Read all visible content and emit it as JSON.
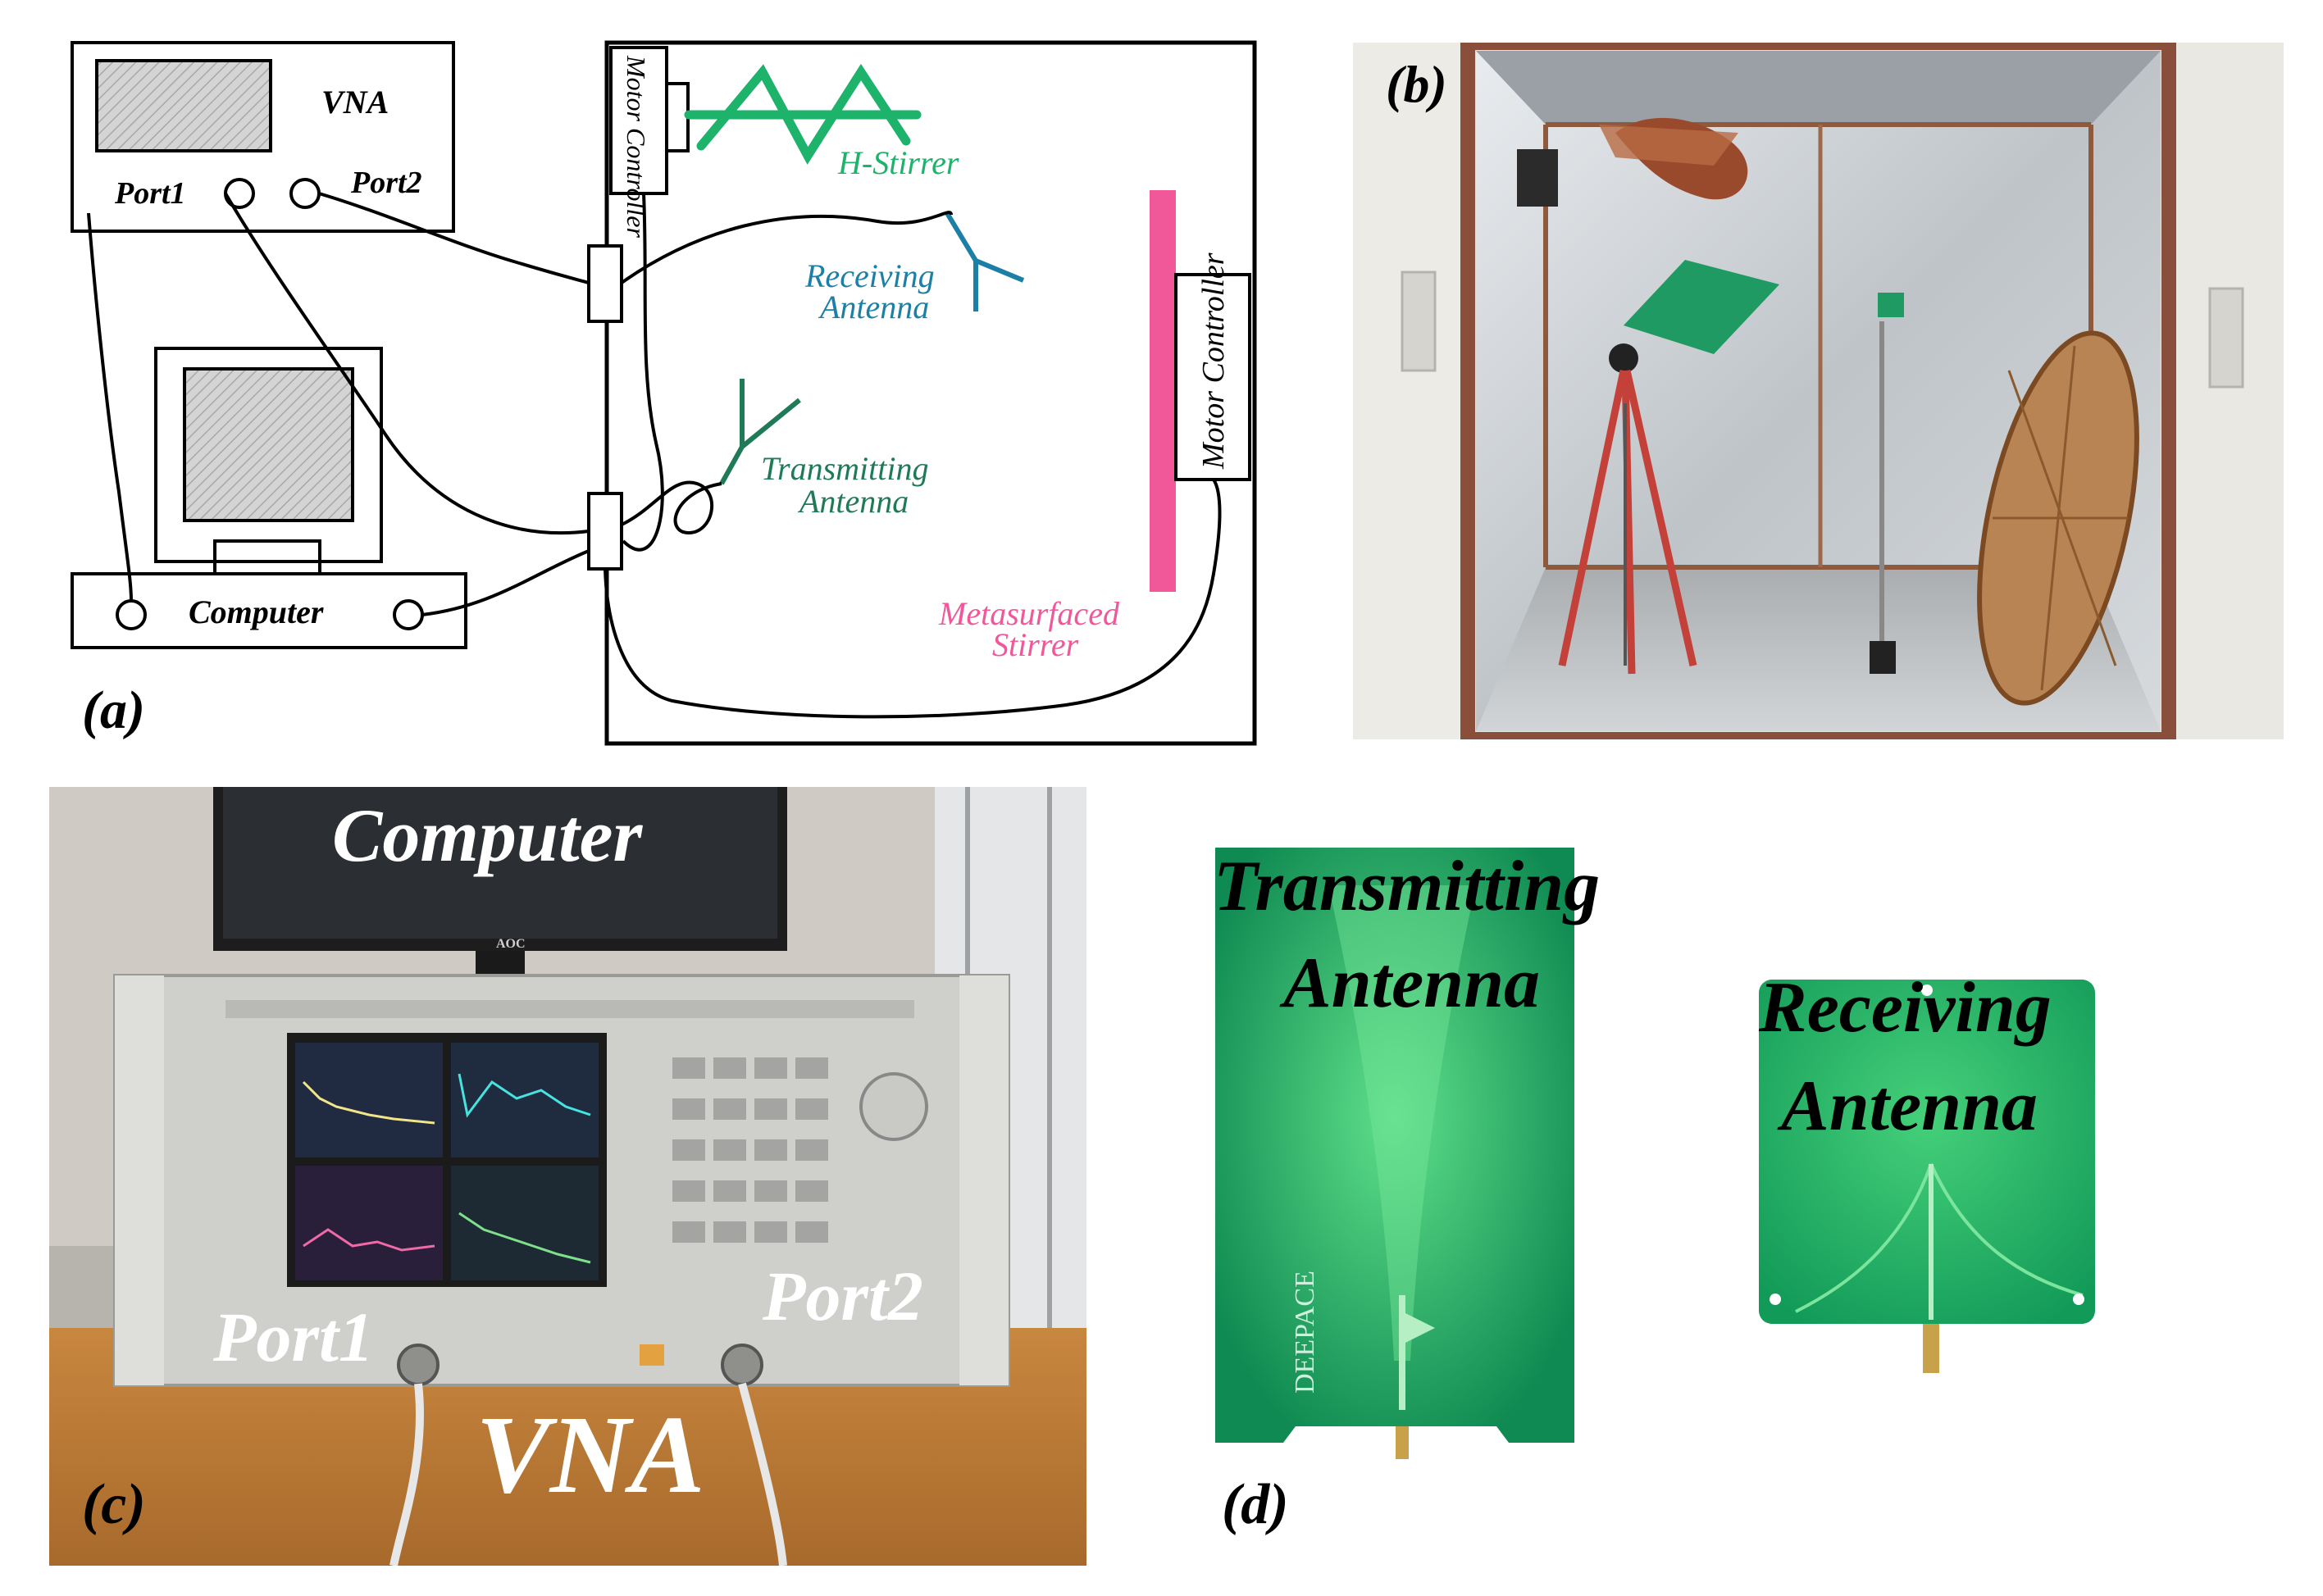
{
  "panel_a": {
    "label": "(a)",
    "vna": {
      "title": "VNA",
      "port1": "Port1",
      "port2": "Port2"
    },
    "computer": "Computer",
    "motor_controller_top": "Motor Controller",
    "motor_controller_right": "Motor Controller",
    "h_stirrer": "H-Stirrer",
    "receiving_antenna": [
      "Receiving",
      "Antenna"
    ],
    "transmitting_antenna": [
      "Transmitting",
      "Antenna"
    ],
    "metasurfaced_stirrer": [
      "Metasurfaced",
      "Stirrer"
    ],
    "colors": {
      "h_stirrer": "#1db36b",
      "receiving": "#1b7fa6",
      "transmitting": "#1f7a58",
      "metasurface": "#f0589a"
    }
  },
  "panel_b": {
    "label": "(b)"
  },
  "panel_c": {
    "label": "(c)",
    "computer": "Computer",
    "port1": "Port1",
    "port2": "Port2",
    "vna": "VNA",
    "monitor_brand": "AOC"
  },
  "panel_d": {
    "label": "(d)",
    "transmitting_antenna": [
      "Transmitting",
      "Antenna"
    ],
    "receiving_antenna": [
      "Receiving",
      "Antenna"
    ],
    "pcb_brand": "DEEPACE"
  }
}
